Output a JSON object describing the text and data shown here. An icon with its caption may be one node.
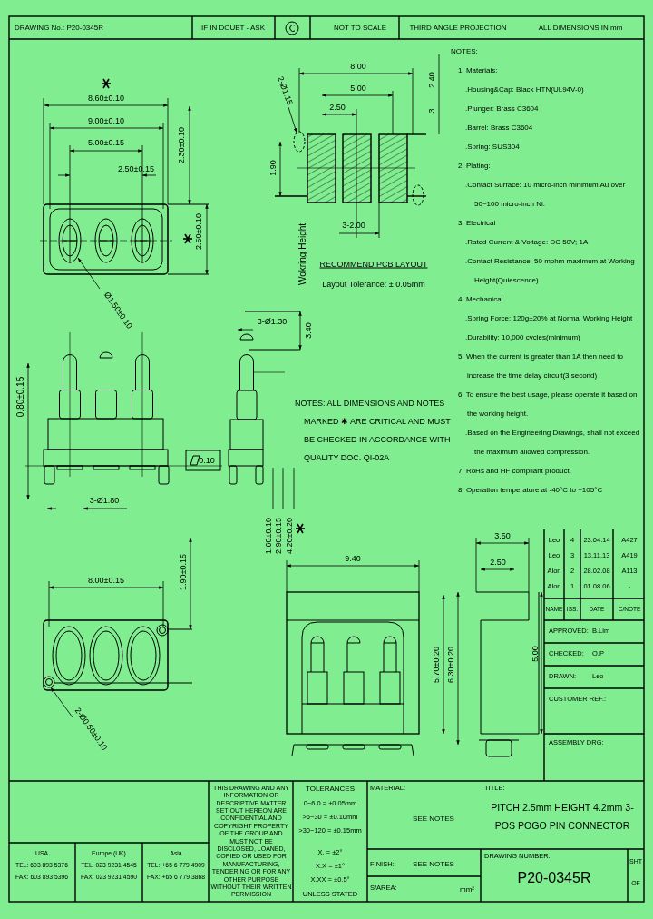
{
  "diagram": {
    "labels": [
      "DRAWING No.: P20-0345R",
      "IF IN DOUBT - ASK",
      "NOT TO SCALE",
      "THIRD ANGLE PROJECTION",
      "ALL DIMENSIONS IN mm",
      "8.60±0.10",
      "9.00±0.10",
      "5.00±0.15",
      "2.50±0.15",
      "2.30±0.10",
      "2.50±0.10",
      "Ø1.50±0.10",
      "2-Ø1.15",
      "8.00",
      "5.00",
      "2.50",
      "2.40",
      "3",
      "1.90",
      "3-2.00",
      "RECOMMEND PCB LAYOUT",
      "Layout Tolerance: ± 0.05mm",
      "Wokring Height",
      "3.40",
      "3-Ø1.30",
      "0.80±0.15",
      "0.10",
      "NOTES: ALL DIMENSIONS AND NOTES MARKED ✱ ARE CRITICAL AND MUST BE CHECKED IN ACCORDANCE WITH QUALITY DOC. QI-02A",
      "3-Ø1.80",
      "1.60±0.10",
      "2.90±0.15",
      "4.20±0.20",
      "8.00±0.15",
      "1.90±0.15",
      "2-Ø0.60±0.10",
      "9.40",
      "5.70±0.20",
      "6.30±0.20",
      "3.50",
      "2.50",
      "5.00",
      "NOTES:",
      "1. Materials:",
      ".Housing&Cap: Black HTN(UL94V-0)",
      ".Plunger: Brass C3604",
      ".Barrel: Brass C3604",
      ".Spring: SUS304",
      "2. Plating:",
      ".Contact Surface: 10 micro-inch minimum Au over 50~100 micro-inch Ni.",
      "3. Electrical",
      ".Rated Current & Voltage: DC 50V; 1A",
      ".Contact Resistance: 50 mohm maximum at Working Height(Quiescence)",
      "4. Mechanical",
      ".Spring Force: 120g±20% at Normal Working Height",
      ".Durability: 10,000 cycles(minimum)",
      "5. When the current is greater than 1A then need to increase the time delay circuit(3 second)",
      "6. To ensure the best usage, please operate it based on the working height.",
      ".Based on the Engineering Drawings, shall not exceed the maximum allowed compression.",
      "7. RoHs and HF compliant product.",
      "8. Operation temperature at -40°C to +105°C",
      "Leo",
      "4",
      "23.04.14",
      "A427",
      "Leo",
      "3",
      "13.11.13",
      "A419",
      "Alon",
      "2",
      "28.02.08",
      "A113",
      "Alon",
      "1",
      "01.08.06",
      "-",
      "NAME",
      "ISS.",
      "DATE",
      "C/NOTE",
      "APPROVED:",
      "B.Lim",
      "CHECKED:",
      "O.P",
      "DRAWN:",
      "Leo",
      "CUSTOMER REF.:",
      "ASSEMBLY DRG:",
      "THIS DRAWING AND ANY INFORMATION OR DESCRIPTIVE MATTER SET OUT HEREON ARE CONFIDENTIAL AND COPYRIGHT PROPERTY OF THE GROUP AND MUST NOT BE DISCLOSED, LOANED, COPIED OR USED FOR MANUFACTURING, TENDERING OR FOR ANY OTHER PURPOSE WITHOUT THEIR WRITTEN PERMISSION",
      "TOLERANCES",
      "0~6.0 = ±0.05mm",
      ">6~30 = ±0.10mm",
      ">30~120 = ±0.15mm",
      "X. = ±2°",
      "X.X = ±1°",
      "X.XX = ±0.5°",
      "UNLESS STATED",
      "MATERIAL:",
      "SEE NOTES",
      "TITLE:",
      "PITCH 2.5mm HEIGHT 4.2mm 3-POS POGO PIN CONNECTOR",
      "FINISH:",
      "SEE NOTES",
      "DRAWING NUMBER:",
      "P20-0345R",
      "SHT",
      "OF",
      "S/AREA:",
      "mm²",
      "USA",
      "TEL: 603 893 5376",
      "FAX: 603 893 5396",
      "Europe (UK)",
      "TEL: 023 9231 4545",
      "FAX: 023 9231 4590",
      "Asia",
      "TEL: +65 6 779 4909",
      "FAX: +65 6 779 3868"
    ]
  }
}
